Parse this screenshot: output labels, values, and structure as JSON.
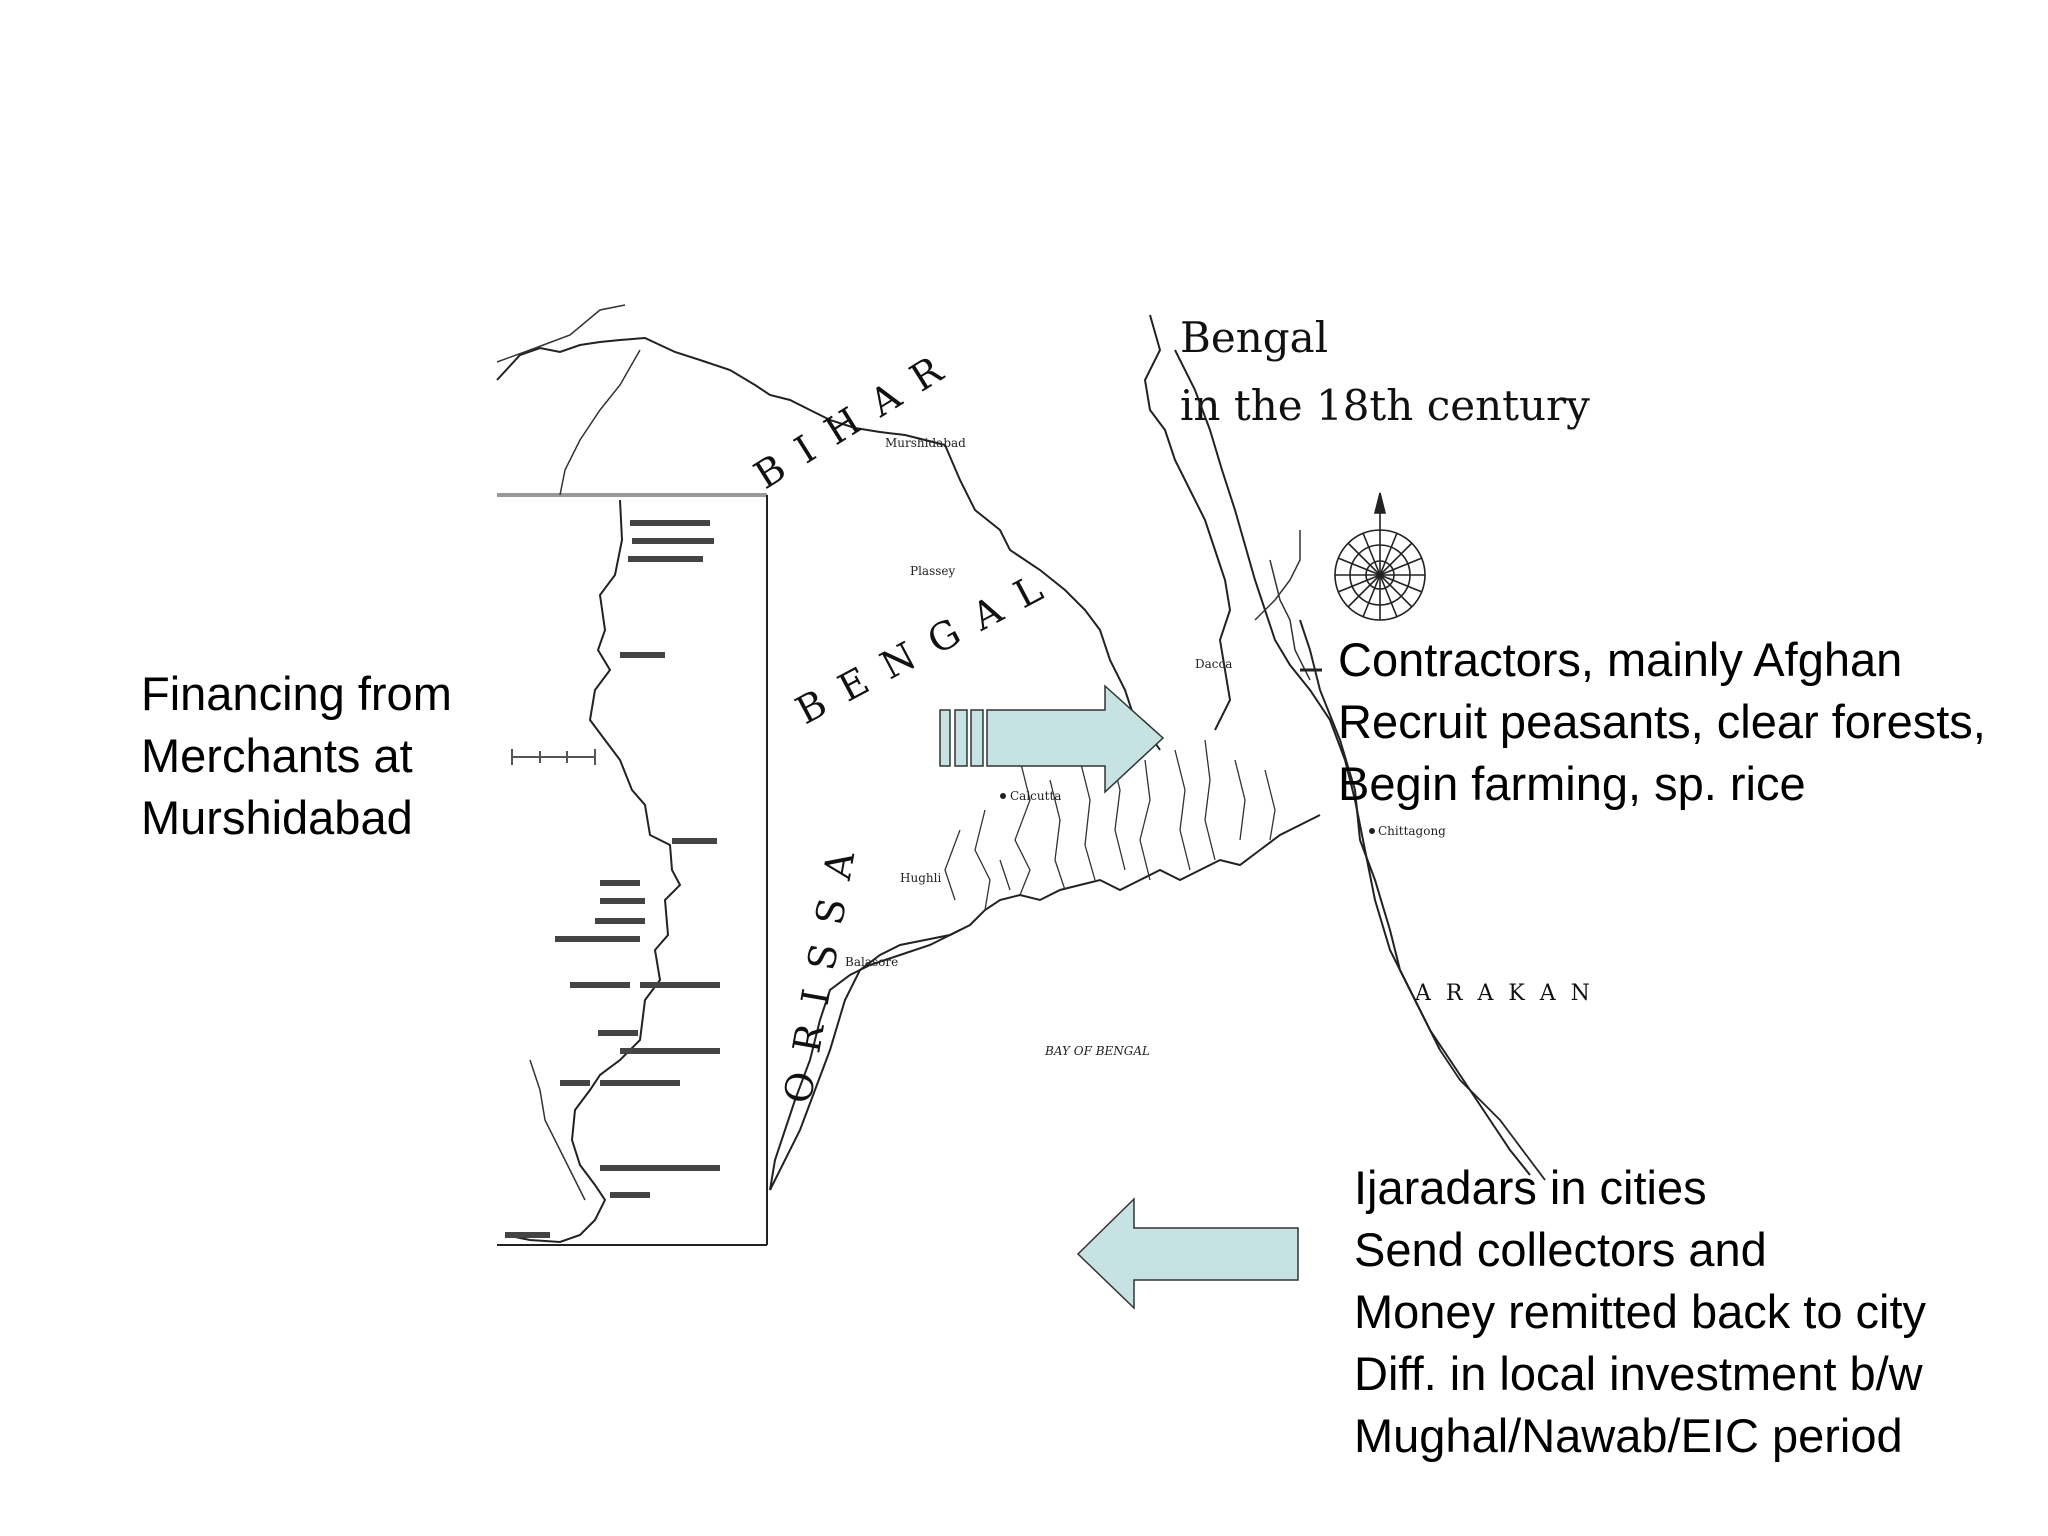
{
  "slide": {
    "left_text": [
      "Financing from",
      "Merchants at",
      "Murshidabad"
    ],
    "right_text": [
      "Contractors, mainly Afghan",
      "Recruit peasants, clear forests,",
      "Begin farming, sp. rice"
    ],
    "bottom_text": [
      "Ijaradars in cities",
      "Send collectors and",
      "Money remitted back to city",
      "Diff. in local investment b/w",
      "Mughal/Nawab/EIC period"
    ]
  },
  "map": {
    "title_line1": "Bengal",
    "title_line2": "in the 18th century",
    "regions": {
      "bihar": "B I H A R",
      "bengal": "B E N G A L",
      "orissa": "O R I S S A",
      "arakan": "A R A K A N"
    },
    "sea_label": "BAY OF BENGAL",
    "place_labels": [
      "Calcutta",
      "Chittagong",
      "Murshidabad",
      "Hughli",
      "Balasore",
      "Plassey",
      "Dacca"
    ]
  },
  "arrows": {
    "right_arrow_color": "#c6e2e2",
    "left_arrow_color": "#c6e2e2",
    "outline_color": "#333333"
  }
}
